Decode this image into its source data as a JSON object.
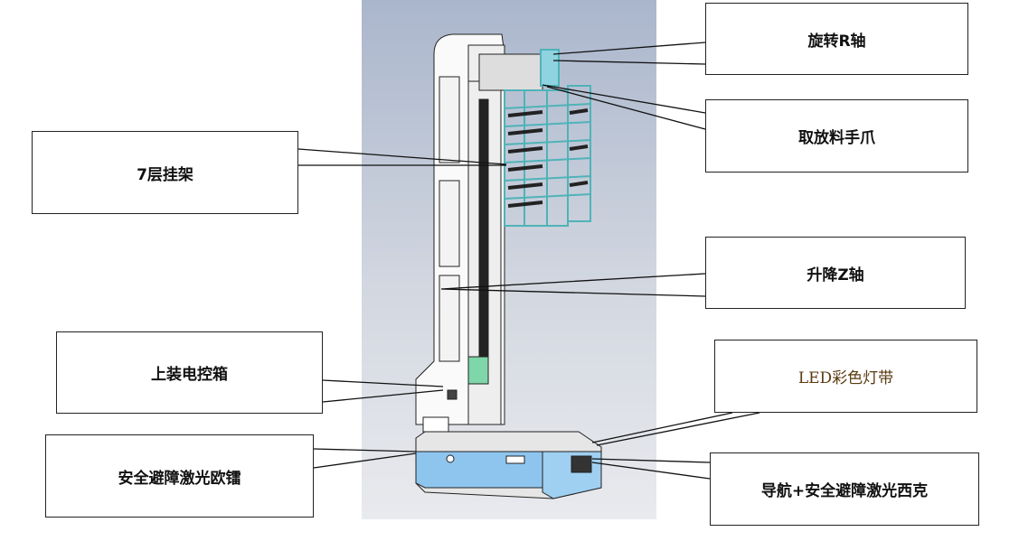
{
  "labels": {
    "r_axis": "旋转R轴",
    "gripper": "取放料手爪",
    "rack": "7层挂架",
    "z_axis": "升降Z轴",
    "control_box": "上装电控箱",
    "led_strip": "LED彩色灯带",
    "olei_laser": "安全避障激光欧镭",
    "sick_laser": "导航+安全避障激光西克"
  },
  "colors": {
    "base_blue": "#8ec5ef",
    "frame_cyan": "#4fb3b8",
    "accent_green": "#7fd6a8"
  }
}
